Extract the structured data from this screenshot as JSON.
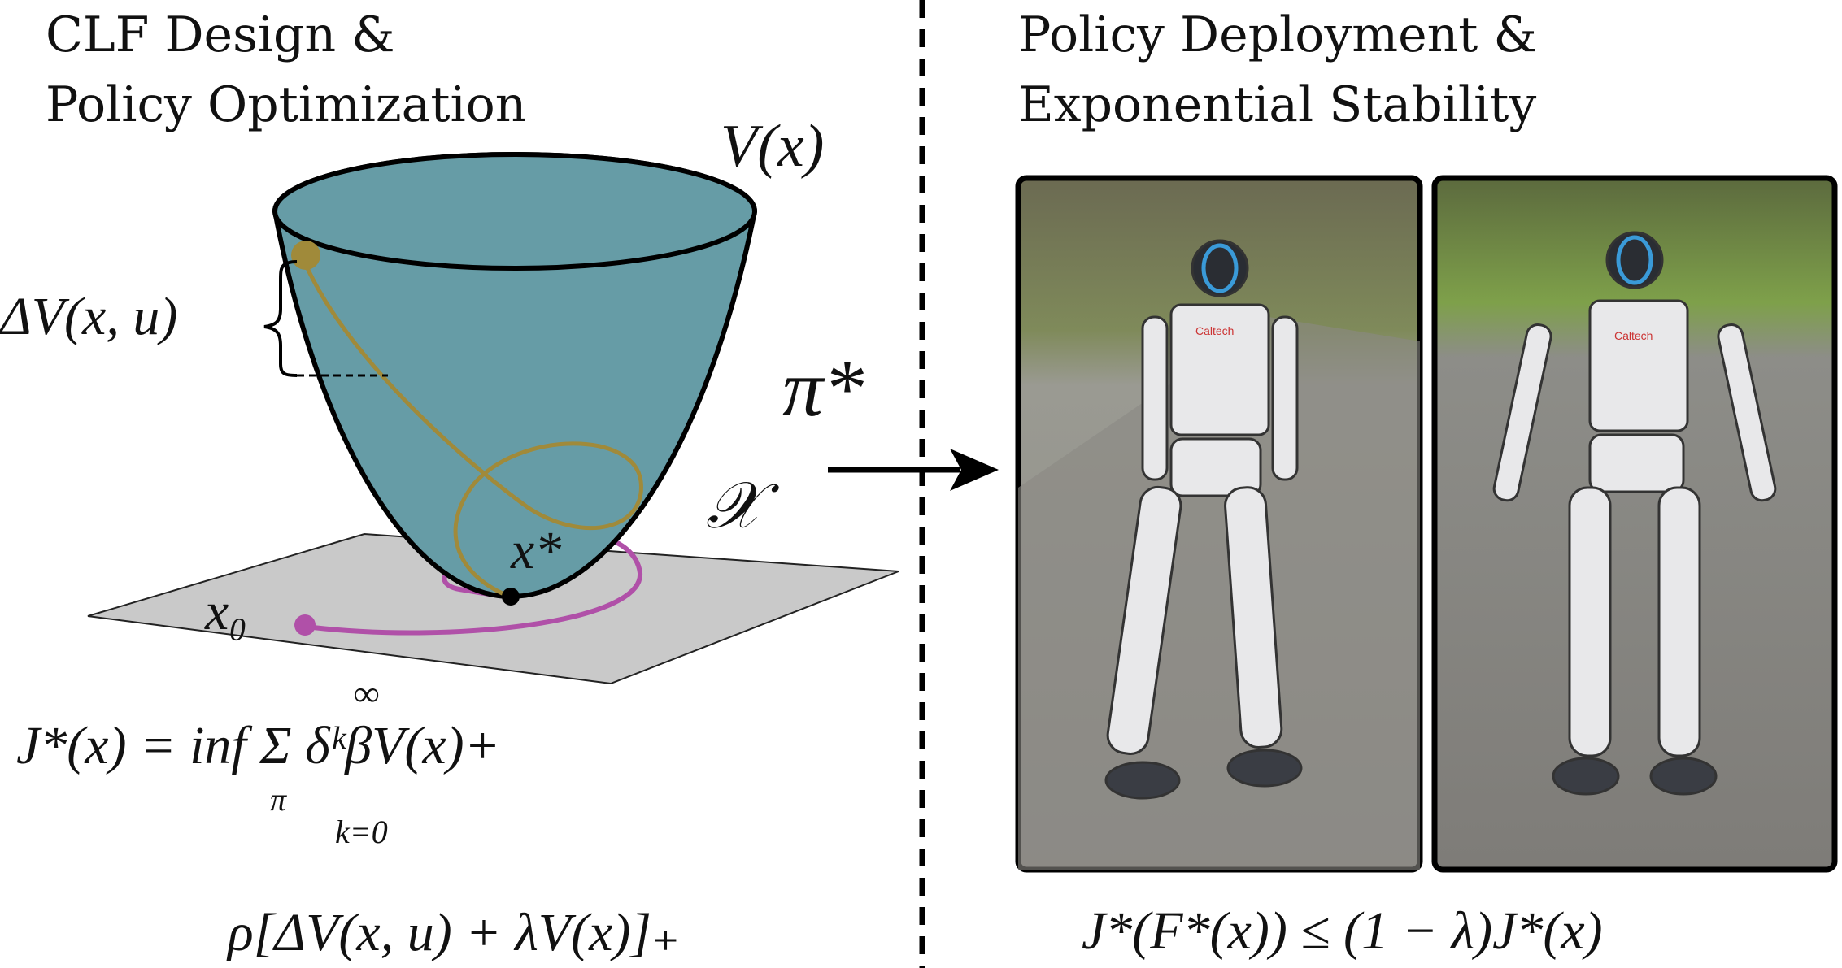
{
  "left_panel": {
    "title_line1": "CLF Design &",
    "title_line2": "Policy Optimization",
    "value_function_label": "V(x)",
    "delta_v_label": "ΔV(x, u)",
    "state_space_label": "𝒳",
    "equilibrium_label": "x*",
    "initial_state_label": "x₀",
    "objective_line1": "J*(x) = inf Σ δᵏβV(x)+",
    "objective_inf_sub": "π",
    "objective_sum_sup": "∞",
    "objective_sum_sub": "k=0",
    "objective_line2": "ρ[ΔV(x, u) + λV(x)]₊"
  },
  "middle": {
    "policy_label": "π*"
  },
  "right_panel": {
    "title_line1": "Policy Deployment &",
    "title_line2": "Exponential Stability",
    "stability_equation": "J*(F*(x)) ≤ (1 − λ)J*(x)",
    "robot_logo_text": "Caltech"
  },
  "colors": {
    "bowl": "#669ca6",
    "trajectory_value": "#a08a3a",
    "trajectory_state": "#b050a8",
    "plane": "#c9c9c9"
  }
}
